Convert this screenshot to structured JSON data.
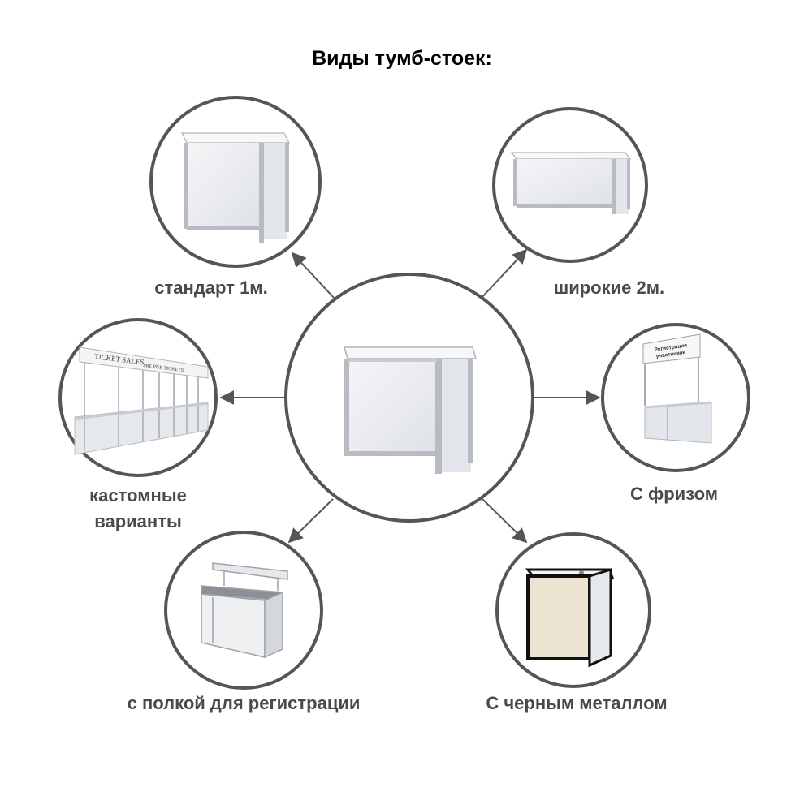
{
  "title": "Виды тумб-стоек:",
  "center": {
    "icon": "counter-icon"
  },
  "variants": [
    {
      "id": "standard",
      "label": "стандарт 1м.",
      "icon": "standard-counter-icon"
    },
    {
      "id": "wide",
      "label": "широкие 2м.",
      "icon": "wide-counter-icon"
    },
    {
      "id": "custom",
      "label": "кастомные варианты",
      "line1": "кастомные",
      "line2": "варианты",
      "icon": "ticket-booths-icon",
      "booth_text": [
        "TICKET SALES",
        "PRE PUB TICKETS"
      ]
    },
    {
      "id": "frieze",
      "label": "С фризом",
      "icon": "frieze-counter-icon",
      "frieze_text": [
        "Регистрация",
        "участников"
      ]
    },
    {
      "id": "shelf",
      "label": "с полкой для регистрации",
      "icon": "shelf-counter-icon"
    },
    {
      "id": "black",
      "label": "С черным металлом",
      "icon": "black-metal-counter-icon"
    }
  ],
  "colors": {
    "stroke": "#555555",
    "label": "#4a4a4a",
    "panel": "#e9ecef",
    "frame": "#b8bcc2",
    "beige": "#ece3d2",
    "black": "#111111"
  }
}
